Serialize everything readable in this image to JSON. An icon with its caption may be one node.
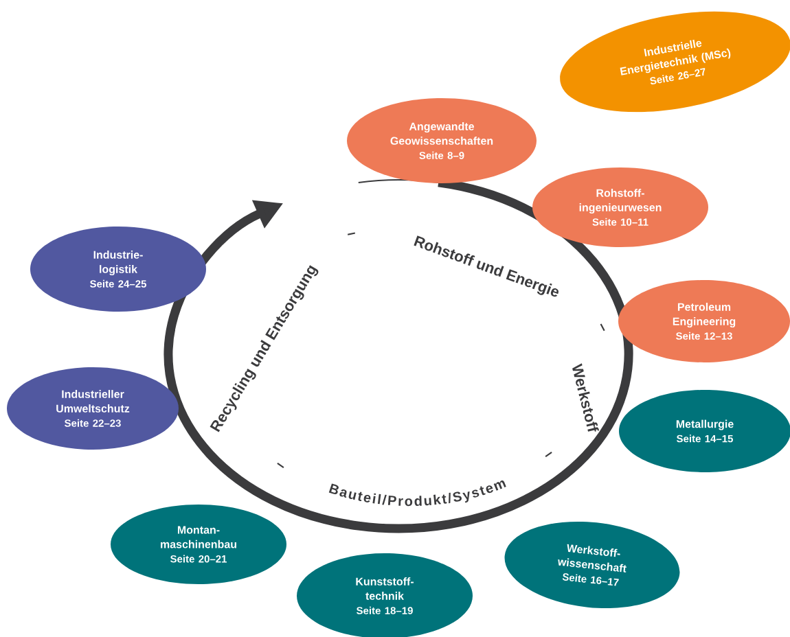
{
  "diagram": {
    "nodes": [
      {
        "text": [
          "Industrielle Energietechnik (MSc)",
          "Seite 26–27"
        ]
      },
      {
        "text": [
          "Angewandte Geowissenschaften",
          "Seite 8–9"
        ]
      },
      {
        "text": [
          "Rohstoff- ingenieurwesen",
          "Seite 10–11"
        ]
      },
      {
        "text": [
          "Petroleum Engineering",
          "Seite 12–13"
        ]
      },
      {
        "text": [
          "Metallurgie",
          "Seite 14–15"
        ]
      },
      {
        "text": [
          "Werkstoff- wissenschaft",
          "Seite 16–17"
        ]
      },
      {
        "text": [
          "Kunststoff- technik",
          "Seite 18–19"
        ]
      },
      {
        "text": [
          "Montan- maschinenbau",
          "Seite 20–21"
        ]
      },
      {
        "text": [
          "Industrieller Umweltschutz",
          "Seite 22–23"
        ]
      },
      {
        "text": [
          "Industrie- logistik",
          "Seite 24–25"
        ]
      }
    ],
    "labels": [
      "Rohstoff und Energie",
      "–",
      "Werkstoff",
      "–",
      "Bauteil/Produkt/System",
      "–",
      "Recycling und Entsorgung",
      "–"
    ]
  }
}
